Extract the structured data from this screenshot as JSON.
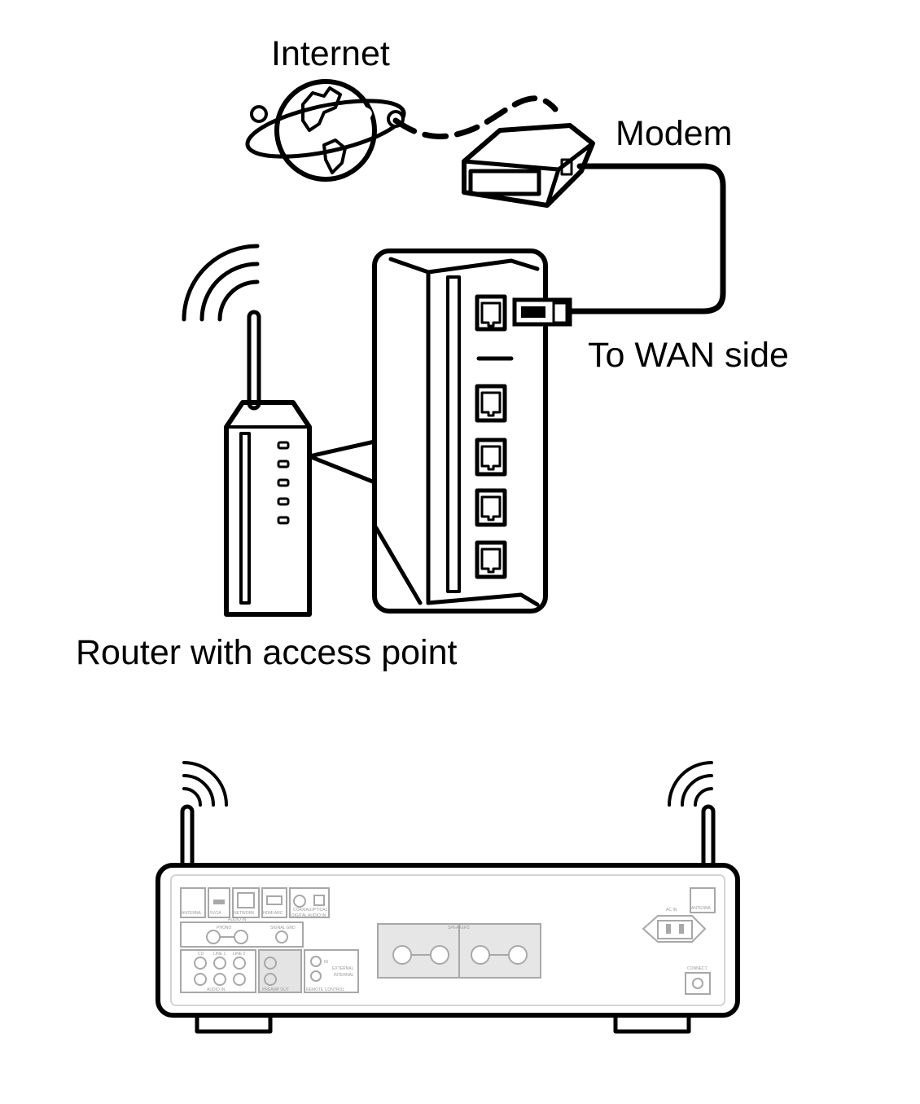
{
  "labels": {
    "internet": "Internet",
    "modem": "Modem",
    "wan_side": "To WAN side",
    "router": "Router with access point"
  },
  "amplifier_panel_labels": {
    "antenna_left": "ANTENNA",
    "usb": "5V/1A",
    "network": "NETWORK",
    "hdmi": "HDMI ARC",
    "digital_in": "DIGITAL AUDIO IN",
    "coaxial": "COAXIAL",
    "optical": "OPTICAL",
    "audio_in_top": "AUDIO IN",
    "phono": "PHONO",
    "signal_gnd": "SIGNAL GND",
    "cd": "CD",
    "line1": "LINE 1",
    "line2": "LINE 2",
    "audio_in_bottom": "AUDIO IN",
    "preamp_out": "PREAMP OUT",
    "remote_control": "REMOTE CONTROL",
    "external": "EXTERNAL",
    "internal": "INTERNAL",
    "remote_in": "IN",
    "speakers": "SPEAKERS",
    "ac_in": "AC IN",
    "connect": "CONNECT",
    "antenna_right": "ANTENNA"
  },
  "colors": {
    "line": "#000000",
    "panel_detail": "#a8a8a8",
    "background": "#ffffff"
  }
}
